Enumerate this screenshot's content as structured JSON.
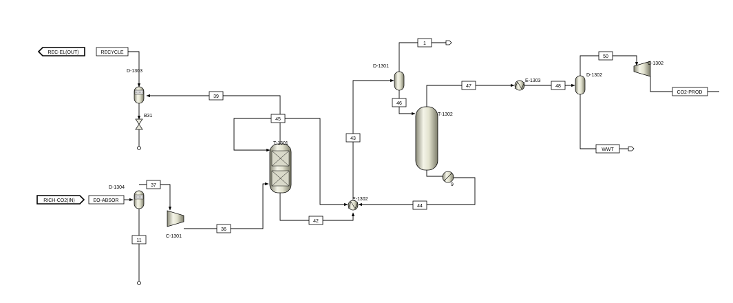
{
  "streams": {
    "s1": "1",
    "s11": "11",
    "s36": "36",
    "s37": "37",
    "s39": "39",
    "s42": "42",
    "s43": "43",
    "s44": "44",
    "s45": "45",
    "s46": "46",
    "s47": "47",
    "s48": "48",
    "s50": "50"
  },
  "terminals": {
    "rec_el_out": "REC-EL(OUT)",
    "recycle": "RECYCLE",
    "rich_co2_in": "RICH-CO2(IN)",
    "eo_absor": "EO-ABSOR",
    "ww": "WWT",
    "co2_prod": "CO2-PROD"
  },
  "blocks": {
    "d1303": "D-1303",
    "b31": "B31",
    "d1304": "D-1304",
    "c1301": "C-1301",
    "t1301": "T-1301",
    "e1302": "E-1302",
    "d1301": "D-1301",
    "t1302": "T-1302",
    "e1303": "E-1303",
    "d1302": "D-1302",
    "c1302": "C-1302",
    "reboiler_tag": "9"
  }
}
